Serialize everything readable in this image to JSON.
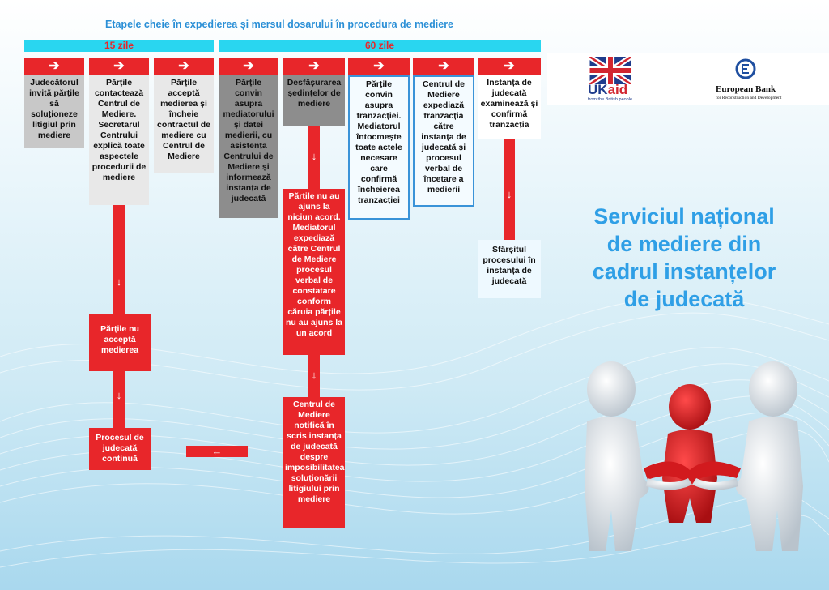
{
  "header": {
    "title": "Etapele cheie în expedierea și mersul dosarului în procedura de mediere",
    "range_15": "15 zile",
    "range_60": "60 zile"
  },
  "arrow_glyph": "➔",
  "down_glyph": "↓",
  "left_glyph": "←",
  "steps": [
    {
      "text": "Judecătorul invită părțile să soluționeze litigiul prin mediere"
    },
    {
      "text": "Părțile contactează Centrul de Mediere. Secretarul Centrului explică toate aspectele procedurii de mediere"
    },
    {
      "text": "Părțile acceptă medierea și încheie contractul de mediere cu Centrul de Mediere"
    },
    {
      "text": "Părțile convin asupra mediatorului și datei medierii, cu asistența Centrului de Mediere și informează instanța de judecată"
    },
    {
      "text": "Desfășurarea ședințelor de mediere"
    },
    {
      "text": "Părțile convin asupra tranzacției. Mediatorul întocmește toate actele necesare care confirmă încheierea tranzacției"
    },
    {
      "text": "Centrul de Mediere expediază tranzacția către instanța de judecată și procesul verbal de încetare a medierii"
    },
    {
      "text": "Instanța de judecată examinează și confirmă tranzacția"
    }
  ],
  "branches": {
    "no_accept": "Părțile nu acceptă medierea",
    "continue": "Procesul de judecată continuă",
    "no_agreement": "Părțile nu au ajuns la niciun acord. Mediatorul expediază către Centrul de Mediere procesul verbal de constatare conform căruia părțile nu au ajuns la un acord",
    "notify": "Centrul de Mediere notifică în scris instanța de judecată despre imposibilitatea soluționării litigiului prin mediere",
    "end": "Sfârșitul procesului în instanța de judecată"
  },
  "logos": {
    "ukaid_uk": "UK",
    "ukaid_aid": "aid",
    "ukaid_sub": "from the British people",
    "ebrd_name": "European Bank",
    "ebrd_sub": "for Reconstruction and Development"
  },
  "main_title": {
    "line1": "Serviciul național",
    "line2": "de mediere din",
    "line3": "cadrul instanțelor",
    "line4": "de judecată"
  },
  "colors": {
    "red": "#e8262a",
    "cyan": "#29d6f0",
    "title_blue": "#2f9fe6",
    "border_blue": "#3a93d8"
  }
}
